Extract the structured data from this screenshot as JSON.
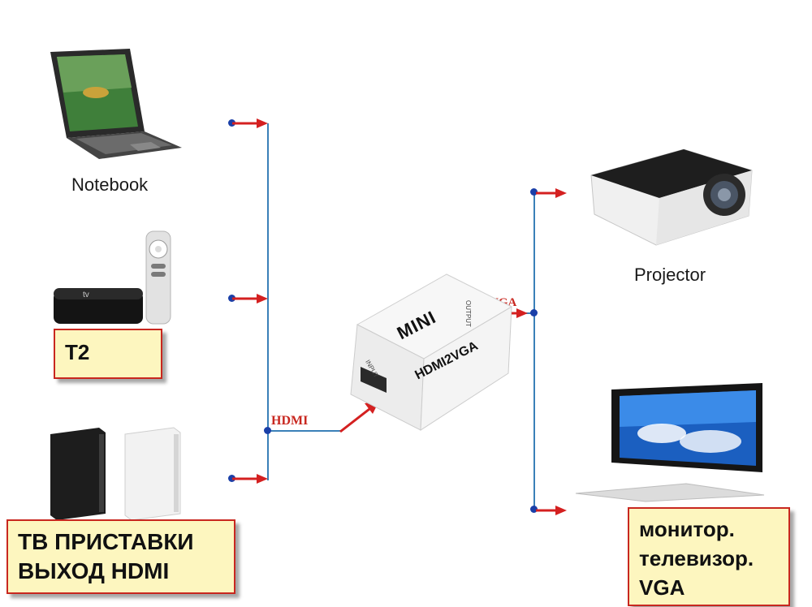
{
  "devices": {
    "notebook_label": "Notebook",
    "t2_label": "T2",
    "consoles_label_line1": "ТВ ПРИСТАВКИ",
    "consoles_label_line2": "ВЫХОД HDMI",
    "projector_label": "Projector",
    "monitor_label_line1": "монитор.",
    "monitor_label_line2": "телевизор.",
    "monitor_label_line3": "VGA"
  },
  "adapter": {
    "brand": "MINI",
    "model": "HDMI2VGA",
    "input_port": "INPUT",
    "output_port": "OUTPUT"
  },
  "connections": {
    "hdmi_label": "HDMI",
    "vga_label": "VGA"
  },
  "colors": {
    "wire": "#3a80b8",
    "arrow": "#d42020",
    "label_box_fill": "#fdf6bf",
    "label_box_border": "#c8271f"
  }
}
